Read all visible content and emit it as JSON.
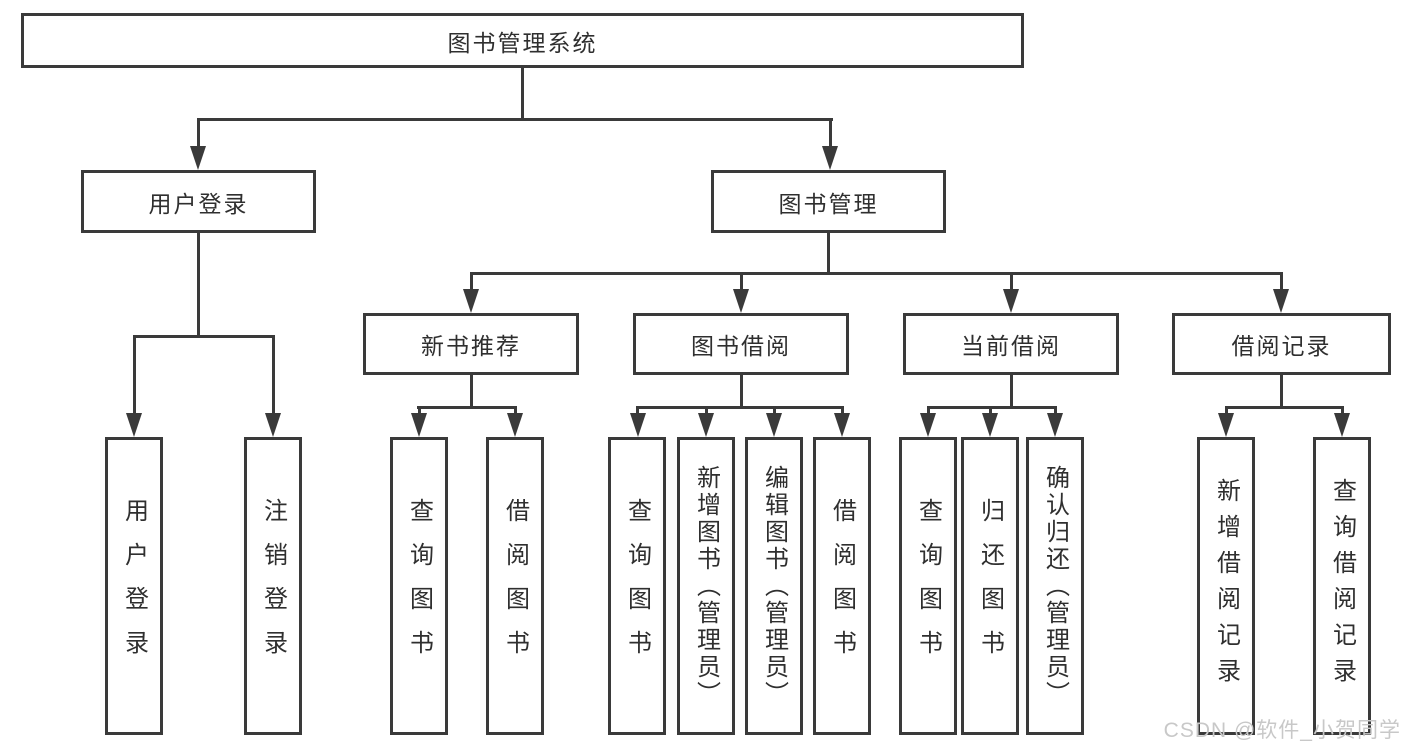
{
  "diagram": {
    "root": {
      "label": "图书管理系统"
    },
    "level2": [
      {
        "label": "用户登录"
      },
      {
        "label": "图书管理"
      }
    ],
    "level3": [
      {
        "label": "新书推荐"
      },
      {
        "label": "图书借阅"
      },
      {
        "label": "当前借阅"
      },
      {
        "label": "借阅记录"
      }
    ],
    "leaves": {
      "user_login": [
        {
          "label": "用户登录"
        },
        {
          "label": "注销登录"
        }
      ],
      "new_book_recommend": [
        {
          "label": "查询图书"
        },
        {
          "label": "借阅图书"
        }
      ],
      "book_borrow": [
        {
          "label": "查询图书"
        },
        {
          "label": "新增图书（管理员）"
        },
        {
          "label": "编辑图书（管理员）"
        },
        {
          "label": "借阅图书"
        }
      ],
      "current_borrow": [
        {
          "label": "查询图书"
        },
        {
          "label": "归还图书"
        },
        {
          "label": "确认归还（管理员）"
        }
      ],
      "borrow_record": [
        {
          "label": "新增借阅记录"
        },
        {
          "label": "查询借阅记录"
        }
      ]
    },
    "watermark": "CSDN @软件_小贺同学",
    "colors": {
      "line": "#3a3a3a",
      "text": "#2f2f2f",
      "background": "#ffffff",
      "watermark": "#c8c8c8"
    }
  }
}
